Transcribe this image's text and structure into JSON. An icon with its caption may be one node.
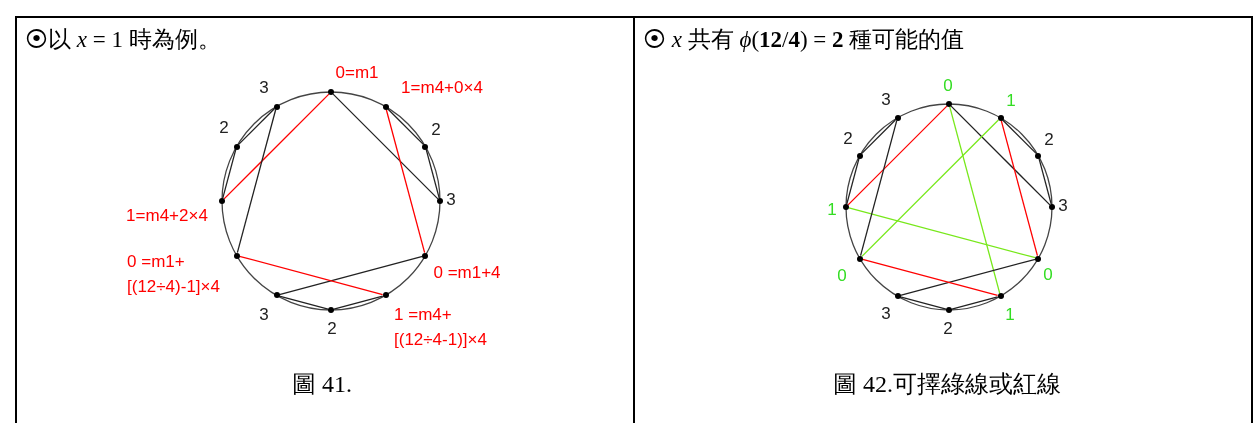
{
  "diagram": {
    "nodes": [
      {
        "text": [
          "⦿以 *x* = 1 時為例。",
          "圖 41."
        ]
      },
      {
        "text": [],
        "shape": "circle",
        "in": 0,
        "beside": [
          "0=m1"
        ]
      },
      {
        "text": [],
        "shape": "circle",
        "in": 0,
        "beside": [
          "1=m4+0×4"
        ]
      },
      {
        "text": [],
        "shape": "circle",
        "in": 0,
        "beside": [
          "2"
        ]
      },
      {
        "text": [],
        "shape": "circle",
        "in": 0,
        "beside": [
          "3"
        ]
      },
      {
        "text": [],
        "shape": "circle",
        "in": 0,
        "beside": [
          "0 =m1+4"
        ]
      },
      {
        "text": [],
        "shape": "circle",
        "in": 0,
        "beside": [
          "1 =m4+ [(12÷4-1)]×4"
        ]
      },
      {
        "text": [],
        "shape": "circle",
        "in": 0,
        "beside": [
          "2"
        ]
      },
      {
        "text": [],
        "shape": "circle",
        "in": 0,
        "beside": [
          "3"
        ]
      },
      {
        "text": [],
        "shape": "circle",
        "in": 0,
        "beside": [
          "0 =m1+ [(12÷4)-1]×4"
        ]
      },
      {
        "text": [],
        "shape": "circle",
        "in": 0,
        "beside": [
          "1=m4+2×4"
        ]
      },
      {
        "text": [],
        "shape": "circle",
        "in": 0,
        "beside": [
          "2"
        ]
      },
      {
        "text": [],
        "shape": "circle",
        "in": 0,
        "beside": [
          "3"
        ]
      },
      {
        "text": [
          "⦿ *x* 共有 *ϕ*(**12**/**4**) = **2** 種可能的值",
          "圖 42.可擇綠線或紅線"
        ]
      },
      {
        "text": [],
        "shape": "circle",
        "in": 13,
        "beside": [
          "0"
        ]
      },
      {
        "text": [],
        "shape": "circle",
        "in": 13,
        "beside": [
          "1"
        ]
      },
      {
        "text": [],
        "shape": "circle",
        "in": 13,
        "beside": [
          "2"
        ]
      },
      {
        "text": [],
        "shape": "circle",
        "in": 13,
        "beside": [
          "3"
        ]
      },
      {
        "text": [],
        "shape": "circle",
        "in": 13,
        "beside": [
          "0"
        ]
      },
      {
        "text": [],
        "shape": "circle",
        "in": 13,
        "beside": [
          "1"
        ]
      },
      {
        "text": [],
        "shape": "circle",
        "in": 13,
        "beside": [
          "2"
        ]
      },
      {
        "text": [],
        "shape": "circle",
        "in": 13,
        "beside": [
          "3"
        ]
      },
      {
        "text": [],
        "shape": "circle",
        "in": 13,
        "beside": [
          "0"
        ]
      },
      {
        "text": [],
        "shape": "circle",
        "in": 13,
        "beside": [
          "1"
        ]
      },
      {
        "text": [],
        "shape": "circle",
        "in": 13,
        "beside": [
          "2"
        ]
      },
      {
        "text": [],
        "shape": "circle",
        "in": 13,
        "beside": [
          "3"
        ]
      }
    ],
    "edges": [
      {
        "from": 1,
        "to": 4,
        "arrow": "none"
      },
      {
        "from": 1,
        "to": 10,
        "arrow": "none",
        "color": "#ff0000"
      },
      {
        "from": 2,
        "to": 3,
        "arrow": "none"
      },
      {
        "from": 3,
        "to": 4,
        "arrow": "none"
      },
      {
        "from": 2,
        "to": 5,
        "arrow": "none",
        "color": "#ff0000"
      },
      {
        "from": 5,
        "to": 8,
        "arrow": "none"
      },
      {
        "from": 6,
        "to": 7,
        "arrow": "none"
      },
      {
        "from": 7,
        "to": 8,
        "arrow": "none"
      },
      {
        "from": 6,
        "to": 9,
        "arrow": "none",
        "color": "#ff0000"
      },
      {
        "from": 9,
        "to": 12,
        "arrow": "none"
      },
      {
        "from": 10,
        "to": 11,
        "arrow": "none"
      },
      {
        "from": 11,
        "to": 12,
        "arrow": "none"
      },
      {
        "from": 14,
        "to": 17,
        "arrow": "none"
      },
      {
        "from": 14,
        "to": 23,
        "arrow": "none",
        "color": "#ff0000"
      },
      {
        "from": 14,
        "to": 19,
        "arrow": "none",
        "color": "#77e81a"
      },
      {
        "from": 15,
        "to": 16,
        "arrow": "none"
      },
      {
        "from": 16,
        "to": 17,
        "arrow": "none"
      },
      {
        "from": 15,
        "to": 18,
        "arrow": "none",
        "color": "#ff0000"
      },
      {
        "from": 15,
        "to": 22,
        "arrow": "none",
        "color": "#77e81a"
      },
      {
        "from": 18,
        "to": 21,
        "arrow": "none"
      },
      {
        "from": 19,
        "to": 20,
        "arrow": "none"
      },
      {
        "from": 20,
        "to": 21,
        "arrow": "none"
      },
      {
        "from": 19,
        "to": 22,
        "arrow": "none",
        "color": "#ff0000"
      },
      {
        "from": 23,
        "to": 18,
        "arrow": "none",
        "color": "#77e81a"
      },
      {
        "from": 22,
        "to": 25,
        "arrow": "none"
      },
      {
        "from": 23,
        "to": 24,
        "arrow": "none"
      },
      {
        "from": 24,
        "to": 25,
        "arrow": "none"
      }
    ]
  }
}
